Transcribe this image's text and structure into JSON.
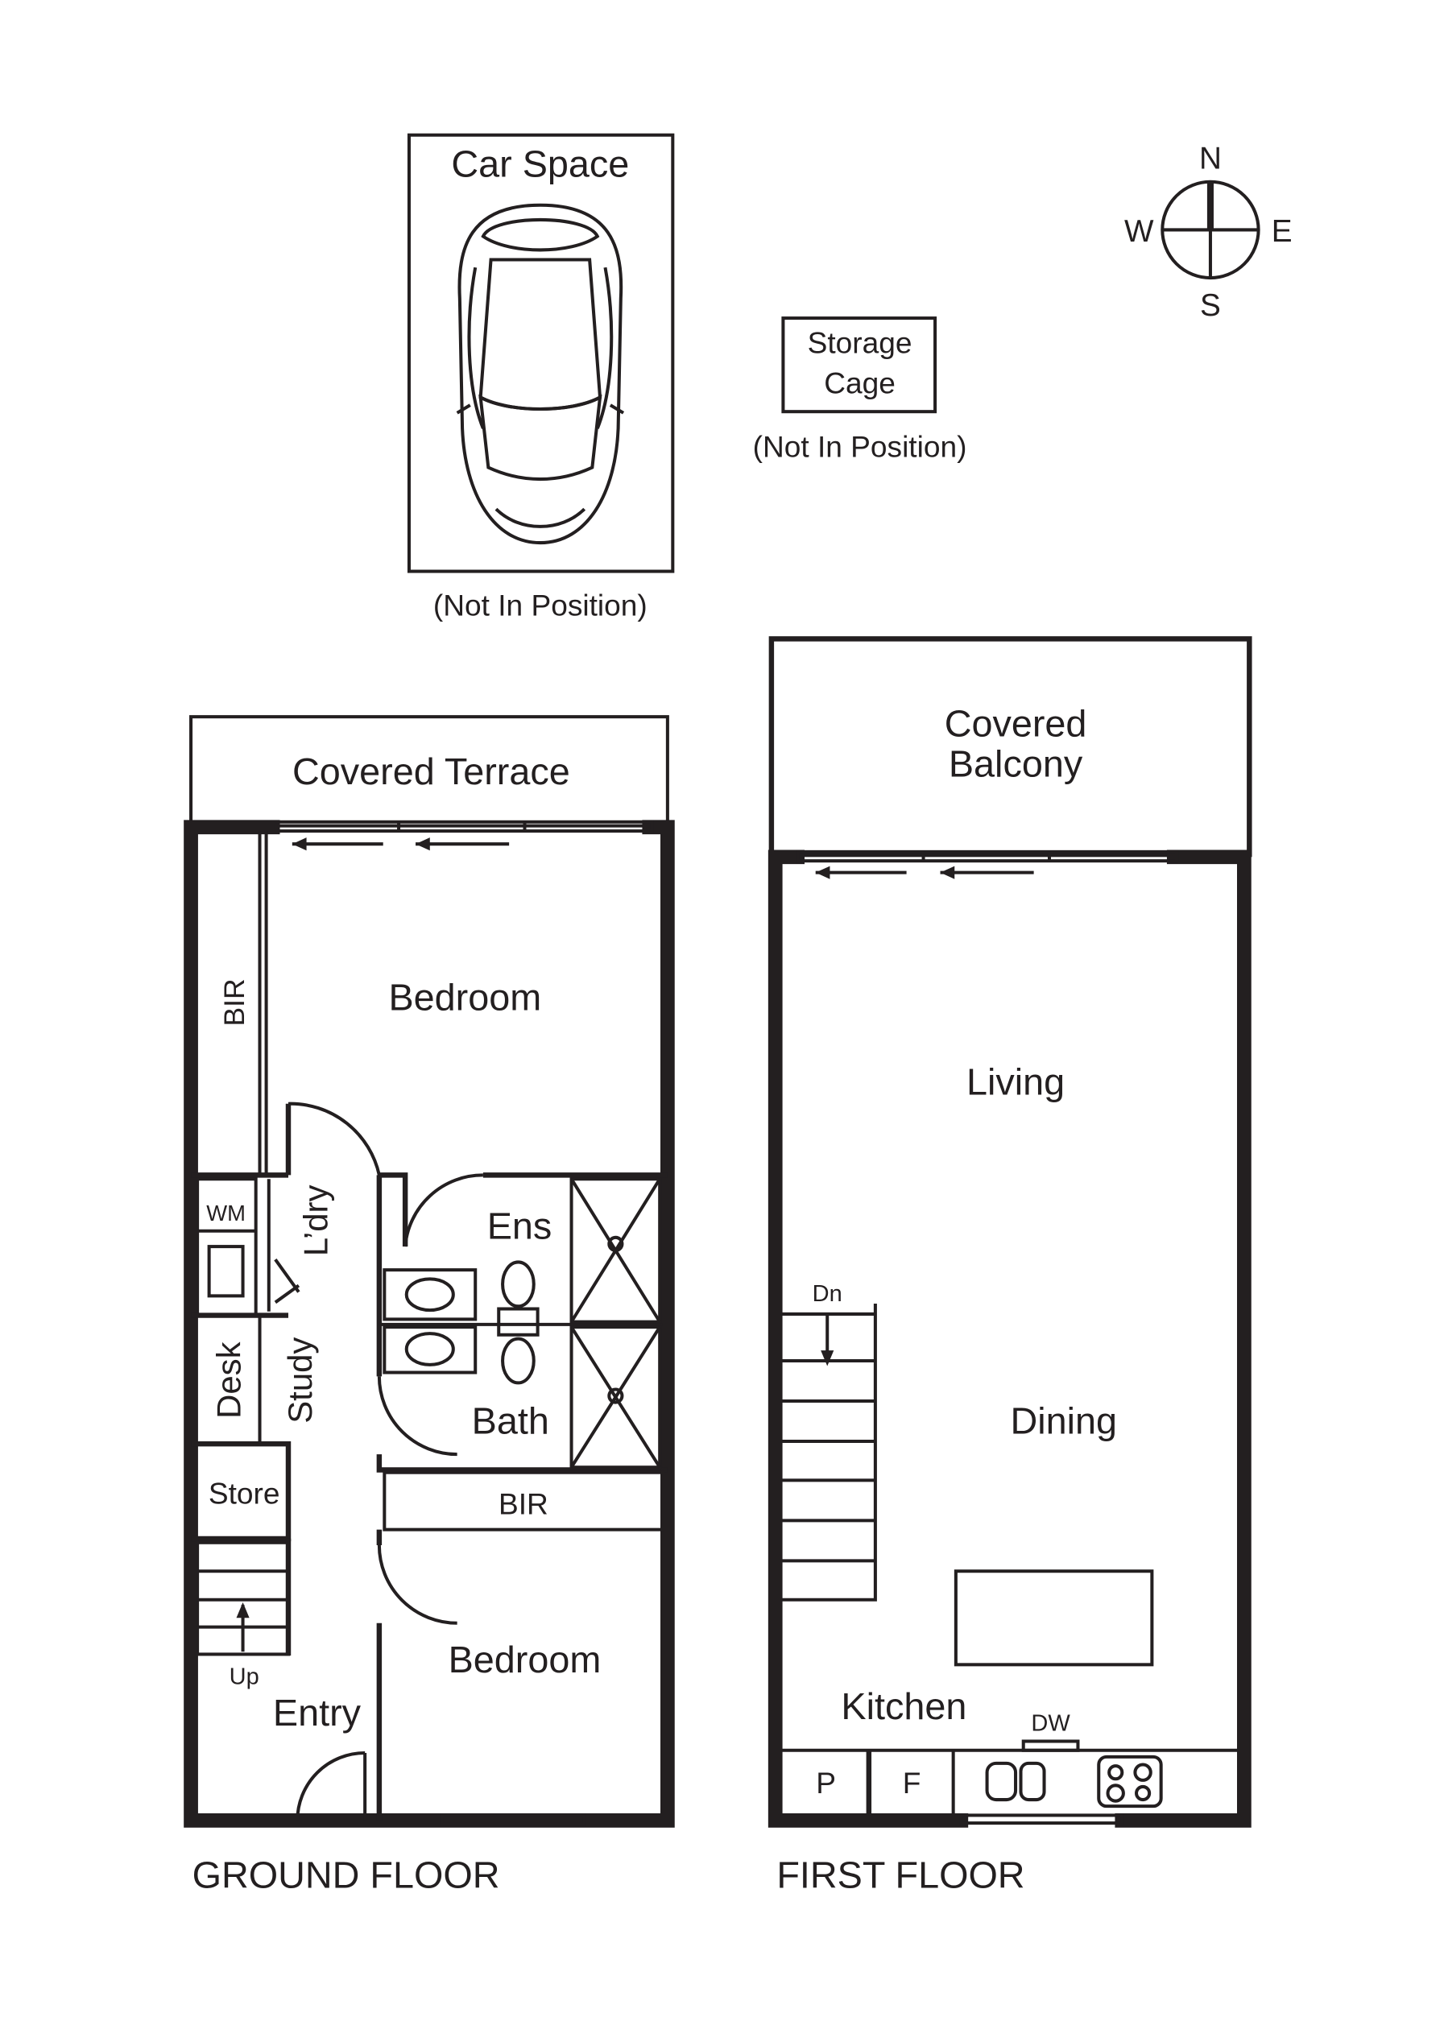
{
  "car_space": {
    "title": "Car Space",
    "note": "(Not In Position)"
  },
  "storage_cage": {
    "line1": "Storage",
    "line2": "Cage",
    "note": "(Not In Position)"
  },
  "compass": {
    "n": "N",
    "s": "S",
    "e": "E",
    "w": "W"
  },
  "ground_floor": {
    "title": "GROUND FLOOR",
    "terrace": "Covered Terrace",
    "bir_top": "BIR",
    "bedroom_top": "Bedroom",
    "wm": "WM",
    "ldry": "L’dry",
    "ens": "Ens",
    "desk": "Desk",
    "study": "Study",
    "bath": "Bath",
    "store": "Store",
    "bir_mid": "BIR",
    "up": "Up",
    "bedroom_bottom": "Bedroom",
    "entry": "Entry"
  },
  "first_floor": {
    "title": "FIRST FLOOR",
    "balcony_line1": "Covered",
    "balcony_line2": "Balcony",
    "living": "Living",
    "dn": "Dn",
    "dining": "Dining",
    "kitchen": "Kitchen",
    "dw": "DW",
    "p": "P",
    "f": "F"
  }
}
